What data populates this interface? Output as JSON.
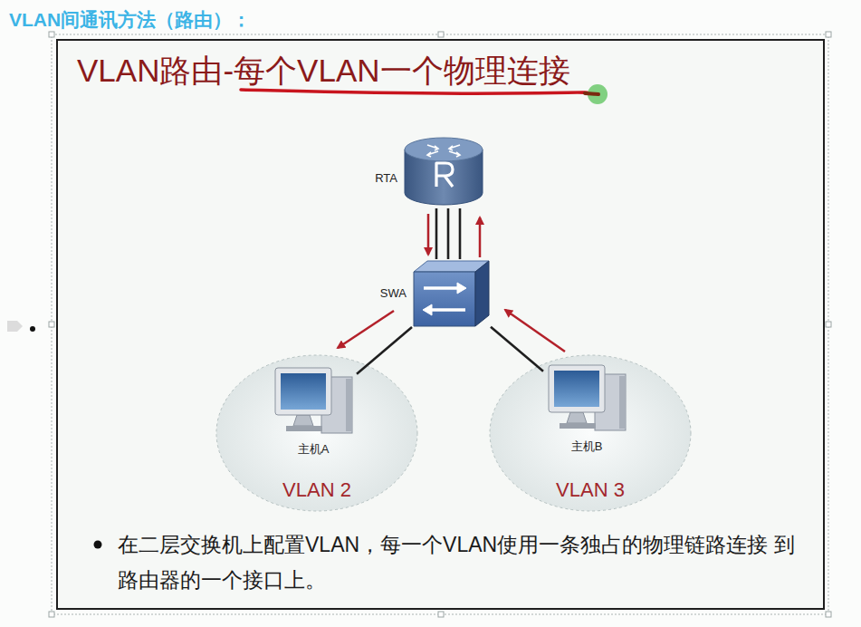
{
  "diagram": {
    "title": "VLAN路由-每个VLAN一个物理连接",
    "caption": "在二层交换机上配置VLAN，每一个VLAN使用一条独占的物理链路连接 到路由器的一个接口上。",
    "nodes": [
      {
        "text": [
          "RTA"
        ]
      },
      {
        "text": [
          "SWA"
        ]
      },
      {
        "text": [
          "VLAN 2"
        ]
      },
      {
        "text": [
          "主机A"
        ],
        "in": 2
      },
      {
        "text": [
          "VLAN 3"
        ]
      },
      {
        "text": [
          "主机B"
        ],
        "in": 4
      }
    ],
    "edges": [
      {
        "from": 0,
        "to": 1,
        "arrow": "none"
      },
      {
        "from": 0,
        "to": 1,
        "arrow": "none"
      },
      {
        "from": 0,
        "to": 1,
        "arrow": "none"
      },
      {
        "from": 1,
        "to": 3,
        "arrow": "none"
      },
      {
        "from": 1,
        "to": 5,
        "arrow": "none"
      }
    ],
    "labels": [
      "VLAN间通讯方法（路由）："
    ]
  }
}
